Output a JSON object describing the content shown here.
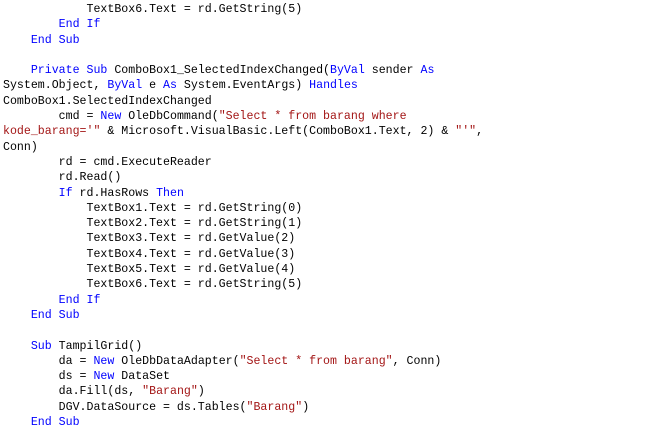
{
  "colors": {
    "keyword": "#0000ff",
    "string": "#a31515",
    "text": "#000000",
    "background": "#ffffff"
  },
  "code_lines": [
    [
      [
        "t",
        "            TextBox6.Text = rd.GetString(5)"
      ]
    ],
    [
      [
        "t",
        "        "
      ],
      [
        "k",
        "End If"
      ]
    ],
    [
      [
        "t",
        "    "
      ],
      [
        "k",
        "End Sub"
      ]
    ],
    [],
    [
      [
        "t",
        "    "
      ],
      [
        "k",
        "Private Sub"
      ],
      [
        "t",
        " ComboBox1_SelectedIndexChanged("
      ],
      [
        "k",
        "ByVal"
      ],
      [
        "t",
        " sender "
      ],
      [
        "k",
        "As"
      ]
    ],
    [
      [
        "t",
        "System.Object, "
      ],
      [
        "k",
        "ByVal"
      ],
      [
        "t",
        " e "
      ],
      [
        "k",
        "As"
      ],
      [
        "t",
        " System.EventArgs) "
      ],
      [
        "k",
        "Handles"
      ]
    ],
    [
      [
        "t",
        "ComboBox1.SelectedIndexChanged"
      ]
    ],
    [
      [
        "t",
        "        cmd = "
      ],
      [
        "k",
        "New"
      ],
      [
        "t",
        " OleDbCommand("
      ],
      [
        "s",
        "\"Select * from barang where"
      ]
    ],
    [
      [
        "s",
        "kode_barang='\""
      ],
      [
        "t",
        " & Microsoft.VisualBasic.Left(ComboBox1.Text, 2) & "
      ],
      [
        "s",
        "\"'\""
      ],
      [
        "t",
        ","
      ]
    ],
    [
      [
        "t",
        "Conn)"
      ]
    ],
    [
      [
        "t",
        "        rd = cmd.ExecuteReader"
      ]
    ],
    [
      [
        "t",
        "        rd.Read()"
      ]
    ],
    [
      [
        "t",
        "        "
      ],
      [
        "k",
        "If"
      ],
      [
        "t",
        " rd.HasRows "
      ],
      [
        "k",
        "Then"
      ]
    ],
    [
      [
        "t",
        "            TextBox1.Text = rd.GetString(0)"
      ]
    ],
    [
      [
        "t",
        "            TextBox2.Text = rd.GetString(1)"
      ]
    ],
    [
      [
        "t",
        "            TextBox3.Text = rd.GetValue(2)"
      ]
    ],
    [
      [
        "t",
        "            TextBox4.Text = rd.GetValue(3)"
      ]
    ],
    [
      [
        "t",
        "            TextBox5.Text = rd.GetValue(4)"
      ]
    ],
    [
      [
        "t",
        "            TextBox6.Text = rd.GetString(5)"
      ]
    ],
    [
      [
        "t",
        "        "
      ],
      [
        "k",
        "End If"
      ]
    ],
    [
      [
        "t",
        "    "
      ],
      [
        "k",
        "End Sub"
      ]
    ],
    [],
    [
      [
        "t",
        "    "
      ],
      [
        "k",
        "Sub"
      ],
      [
        "t",
        " TampilGrid()"
      ]
    ],
    [
      [
        "t",
        "        da = "
      ],
      [
        "k",
        "New"
      ],
      [
        "t",
        " OleDbDataAdapter("
      ],
      [
        "s",
        "\"Select * from barang\""
      ],
      [
        "t",
        ", Conn)"
      ]
    ],
    [
      [
        "t",
        "        ds = "
      ],
      [
        "k",
        "New"
      ],
      [
        "t",
        " DataSet"
      ]
    ],
    [
      [
        "t",
        "        da.Fill(ds, "
      ],
      [
        "s",
        "\"Barang\""
      ],
      [
        "t",
        ")"
      ]
    ],
    [
      [
        "t",
        "        DGV.DataSource = ds.Tables("
      ],
      [
        "s",
        "\"Barang\""
      ],
      [
        "t",
        ")"
      ]
    ],
    [
      [
        "t",
        "    "
      ],
      [
        "k",
        "End Sub"
      ]
    ]
  ]
}
